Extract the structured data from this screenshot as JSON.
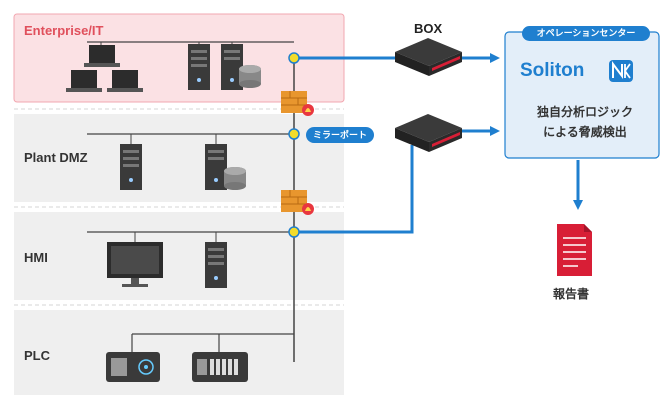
{
  "zones": [
    {
      "label": "Enterprise/IT"
    },
    {
      "label": "Plant DMZ"
    },
    {
      "label": "HMI"
    },
    {
      "label": "PLC"
    }
  ],
  "box_label": "BOX",
  "mirror_port_label": "ミラーポート",
  "operation_center": {
    "title": "オペレーションセンター",
    "brand_text": "Soliton",
    "desc_lines": [
      "独自分析ロジック",
      "による脅威検出"
    ]
  },
  "report_label": "報告書",
  "colors": {
    "enterprise_zone": "#fbe1e4",
    "enterprise_border": "#f2a7b0",
    "plant_zone": "#efefef",
    "accent_blue": "#1f7fcf",
    "firewall": "#e8962e",
    "report_red": "#d81e36",
    "port_yellow": "#f3dc2b"
  }
}
